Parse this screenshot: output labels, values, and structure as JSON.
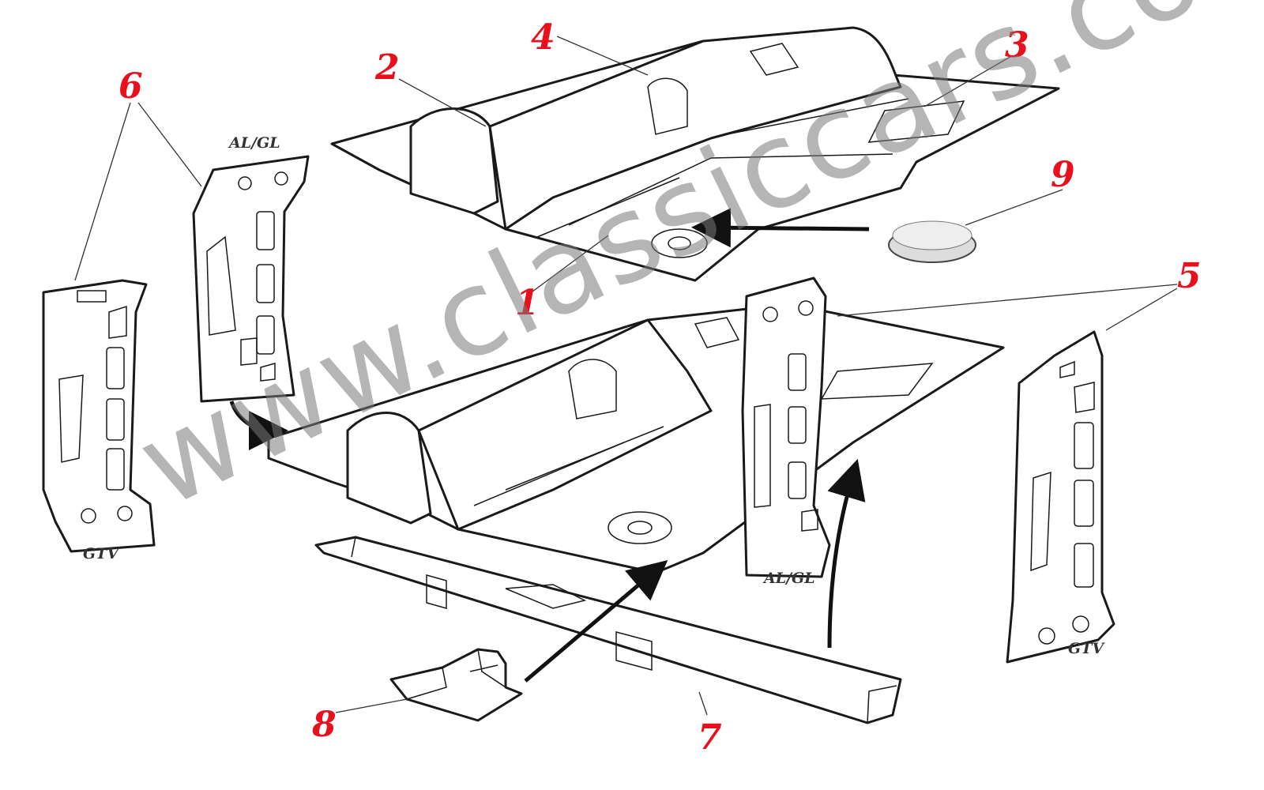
{
  "callouts": {
    "n1": "1",
    "n2": "2",
    "n3": "3",
    "n4": "4",
    "n5": "5",
    "n6": "6",
    "n7": "7",
    "n8": "8",
    "n9": "9"
  },
  "variants": {
    "alg_top": "AL/GL",
    "gtv_left": "GTV",
    "alg_right": "AL/GL",
    "gtv_right": "GTV"
  },
  "watermark": "www.classiccars.co.at",
  "colors": {
    "callout": "#e8101c",
    "line": "#1a1a1a",
    "watermark": "#7a7a7a",
    "plug": "#dcdcdc"
  }
}
